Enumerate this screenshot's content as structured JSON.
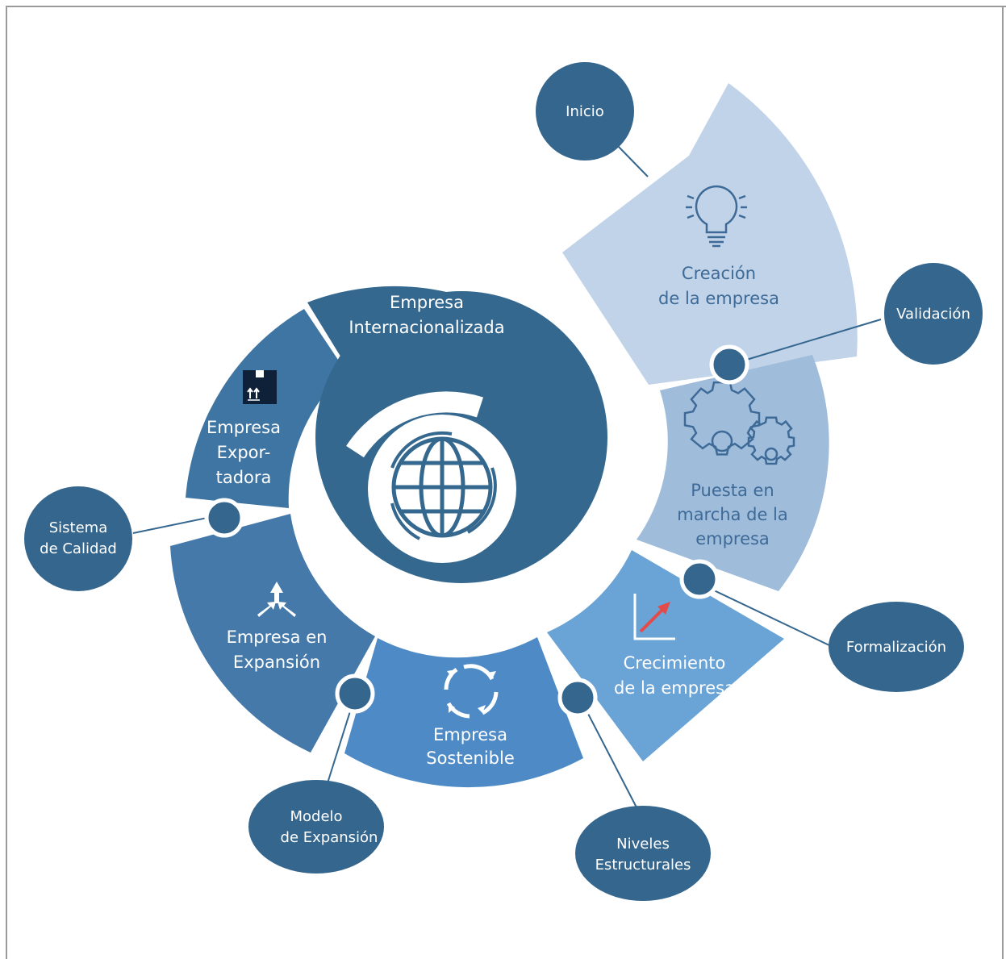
{
  "colors": {
    "frame": "#9b9b9b",
    "node": "#35668e",
    "seg_internacionalizada": "#35688f",
    "seg_exportadora": "#3f75a2",
    "seg_expansion": "#4479aa",
    "seg_sostenible": "#4e8bc6",
    "seg_crecimiento": "#6aa3d5",
    "seg_puesta": "#9fbcdb",
    "seg_creacion": "#c1d3e9",
    "connector": "#35668e"
  },
  "segments": {
    "internacionalizada": {
      "line1": "Empresa",
      "line2": "Internacionalizada",
      "icon": "globe-icon"
    },
    "exportadora": {
      "line1": "Empresa",
      "line2": "Expor-",
      "line3": "tadora",
      "icon": "package-icon"
    },
    "expansion": {
      "line1": "Empresa en",
      "line2": "Expansión",
      "icon": "expansion-arrows-icon"
    },
    "sostenible": {
      "line1": "Empresa",
      "line2": "Sostenible",
      "icon": "cycle-arrows-icon"
    },
    "crecimiento": {
      "line1": "Crecimiento",
      "line2": "de la empresa",
      "icon": "growth-chart-icon"
    },
    "puesta": {
      "line1": "Puesta en",
      "line2": "marcha de la",
      "line3": "empresa",
      "icon": "gears-icon"
    },
    "creacion": {
      "line1": "Creación",
      "line2": "de la empresa",
      "icon": "lightbulb-icon"
    }
  },
  "nodes": {
    "inicio": {
      "line1": "Inicio"
    },
    "validacion": {
      "line1": "Validación"
    },
    "formalizacion": {
      "line1": "Formalización"
    },
    "niveles": {
      "line1": "Niveles",
      "line2": "Estructurales"
    },
    "modelo": {
      "line1": "Modelo",
      "line2": "de Expansión"
    },
    "sistema": {
      "line1": "Sistema",
      "line2": "de Calidad"
    }
  }
}
